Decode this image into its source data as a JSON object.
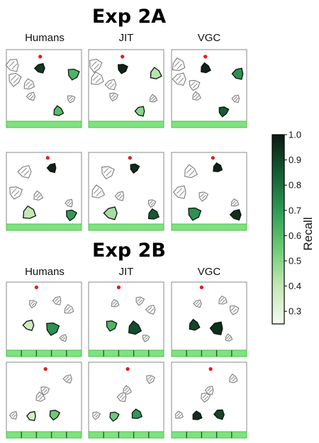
{
  "figure": {
    "sections": [
      {
        "title": "Exp 2A",
        "columns": [
          "Humans",
          "JIT",
          "VGC"
        ]
      },
      {
        "title": "Exp 2B",
        "columns": [
          "Humans",
          "JIT",
          "VGC"
        ]
      }
    ],
    "colorbar": {
      "label": "Recall",
      "min": 0.25,
      "max": 1.0,
      "ticks": [
        "1.0",
        "0.9",
        "0.8",
        "0.7",
        "0.6",
        "0.5",
        "0.4",
        "0.3"
      ],
      "color_low": "#f3fbef",
      "color_high": "#0b1a12"
    },
    "colors": {
      "goal": "#7ee27e",
      "goal_edge": "#4cc14c",
      "agent": "#e8191b",
      "gray_obstacle_fill": "#ffffff",
      "gray_obstacle_stroke": "#7a7a7a",
      "frame": "#888888"
    },
    "panels": [
      {
        "section": 0,
        "row": 0,
        "col": 0,
        "recall": [
          0.93,
          0.62,
          0.6
        ]
      },
      {
        "section": 0,
        "row": 0,
        "col": 1,
        "recall": [
          0.98,
          0.42,
          0.5
        ]
      },
      {
        "section": 0,
        "row": 0,
        "col": 2,
        "recall": [
          0.98,
          0.72,
          0.85
        ]
      },
      {
        "section": 0,
        "row": 1,
        "col": 0,
        "recall": [
          0.98,
          0.7,
          0.4
        ]
      },
      {
        "section": 0,
        "row": 1,
        "col": 1,
        "recall": [
          0.96,
          0.85,
          0.45
        ]
      },
      {
        "section": 0,
        "row": 1,
        "col": 2,
        "recall": [
          0.98,
          0.95,
          0.72
        ]
      },
      {
        "section": 1,
        "row": 0,
        "col": 0,
        "recall": [
          0.38,
          0.72
        ]
      },
      {
        "section": 1,
        "row": 0,
        "col": 1,
        "recall": [
          0.62,
          0.88
        ]
      },
      {
        "section": 1,
        "row": 0,
        "col": 2,
        "recall": [
          0.9,
          0.95
        ]
      },
      {
        "section": 1,
        "row": 1,
        "col": 0,
        "recall": [
          0.35,
          0.55
        ]
      },
      {
        "section": 1,
        "row": 1,
        "col": 1,
        "recall": [
          0.55,
          0.7
        ]
      },
      {
        "section": 1,
        "row": 1,
        "col": 2,
        "recall": [
          0.95,
          0.9
        ]
      }
    ]
  }
}
